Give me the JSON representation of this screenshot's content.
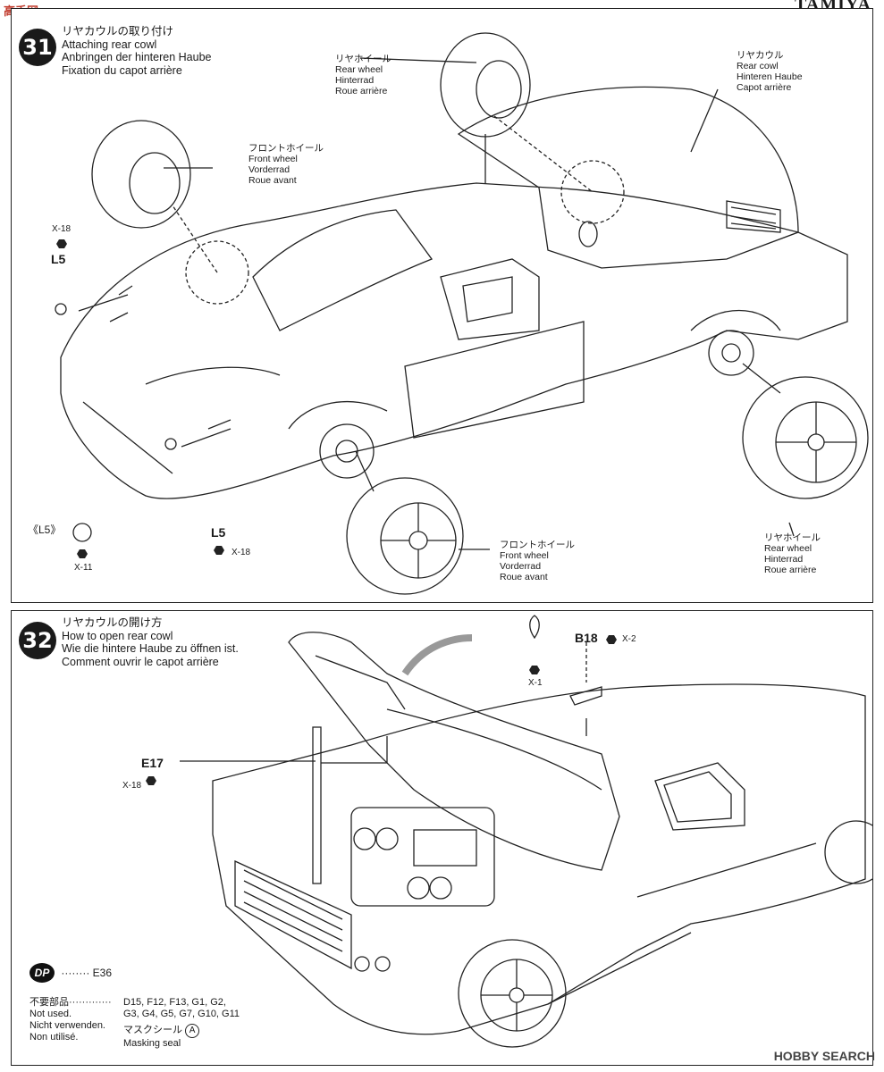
{
  "header": {
    "brand": "TAMIYA",
    "watermark": "高手网"
  },
  "step31": {
    "number": "31",
    "title_lines": [
      "リヤカウルの取り付け",
      "Attaching rear cowl",
      "Anbringen der hinteren Haube",
      "Fixation du capot arrière"
    ],
    "rear_wheel_top": [
      "リヤホイール",
      "Rear wheel",
      "Hinterrad",
      "Roue arrière"
    ],
    "rear_cowl": [
      "リヤカウル",
      "Rear cowl",
      "Hinteren Haube",
      "Capot arrière"
    ],
    "front_wheel_top": [
      "フロントホイール",
      "Front wheel",
      "Vorderrad",
      "Roue avant"
    ],
    "front_wheel_bottom": [
      "フロントホイール",
      "Front wheel",
      "Vorderrad",
      "Roue avant"
    ],
    "rear_wheel_bottom": [
      "リヤホイール",
      "Rear wheel",
      "Hinterrad",
      "Roue arrière"
    ],
    "part_x18_a": "X-18",
    "part_l5_a": "L5",
    "part_l5_b": "L5",
    "part_x18_b": "X-18",
    "l5_bracket": "《L5》",
    "part_x11": "X-11"
  },
  "step32": {
    "number": "32",
    "title_lines": [
      "リヤカウルの開け方",
      "How to open rear cowl",
      "Wie die hintere Haube zu öffnen ist.",
      "Comment ouvrir le capot arrière"
    ],
    "part_b18": "B18",
    "part_x2": "X-2",
    "part_x1": "X-1",
    "part_e17": "E17",
    "part_x18": "X-18",
    "dp_badge": "DP",
    "dp_text": "········ E36",
    "not_used_labels": [
      "不要部品·············",
      "Not used.",
      "Nicht verwenden.",
      "Non utilisé."
    ],
    "not_used_parts": [
      "D15, F12, F13, G1, G2,",
      "G3, G4, G5, G7, G10, G11"
    ],
    "mask_labels": [
      "マスクシール",
      "Masking seal"
    ],
    "mask_symbol": "A"
  },
  "footer": {
    "source": "HOBBY SEARCH"
  }
}
